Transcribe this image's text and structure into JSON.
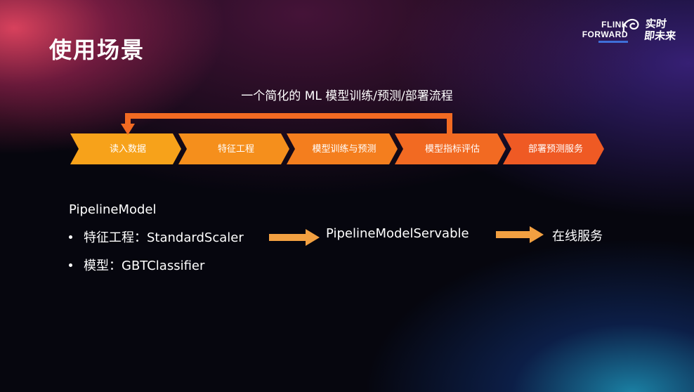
{
  "slide": {
    "title": "使用场景"
  },
  "logo": {
    "line1": "FLINK",
    "line2": "FORWARD",
    "cn_line1": "实时",
    "cn_line2": "即未来"
  },
  "flow": {
    "title": "一个简化的 ML 模型训练/预测/部署流程",
    "steps": [
      {
        "label": "读入数据",
        "color": "#f7a21a"
      },
      {
        "label": "特征工程",
        "color": "#f58f1c"
      },
      {
        "label": "模型训练与预测",
        "color": "#f47e1e"
      },
      {
        "label": "模型指标评估",
        "color": "#f26a22"
      },
      {
        "label": "部署预测服务",
        "color": "#ef5a24"
      }
    ],
    "feedback_color": "#f26a22"
  },
  "content": {
    "heading": "PipelineModel",
    "bullets": [
      "特征工程：StandardScaler",
      "模型：GBTClassifier"
    ],
    "servable": "PipelineModelServable",
    "online": "在线服务",
    "arrow_color": "#f2a041"
  }
}
